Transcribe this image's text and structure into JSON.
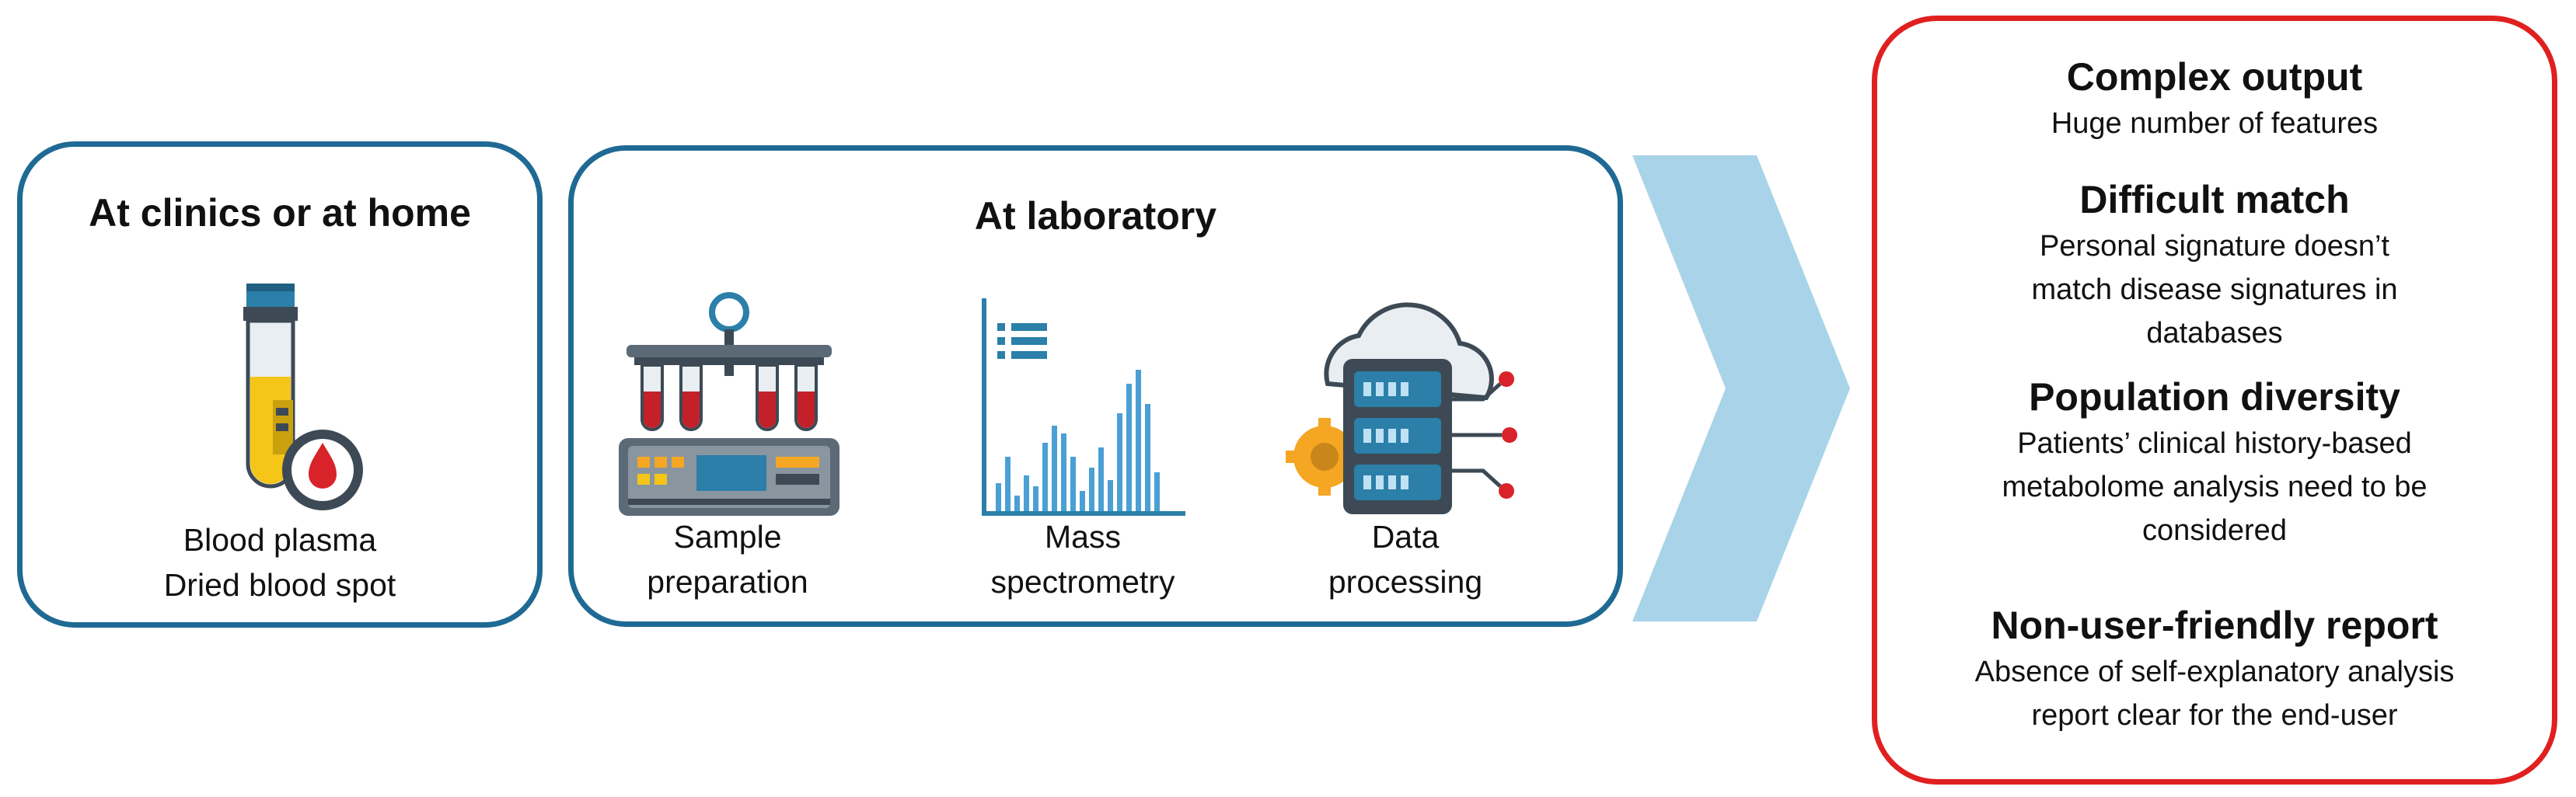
{
  "clinic": {
    "title": "At clinics or at home",
    "caption_line1": "Blood plasma",
    "caption_line2": "Dried blood spot"
  },
  "lab": {
    "title": "At laboratory",
    "steps": [
      {
        "line1": "Sample",
        "line2": "preparation"
      },
      {
        "line1": "Mass",
        "line2": "spectrometry"
      },
      {
        "line1": "Data",
        "line2": "processing"
      }
    ]
  },
  "issues": [
    {
      "title": "Complex output",
      "lines": [
        "Huge number of features"
      ]
    },
    {
      "title": "Difficult match",
      "lines": [
        "Personal signature doesn’t",
        "match disease signatures in",
        "databases"
      ]
    },
    {
      "title": "Population diversity",
      "lines": [
        "Patients’ clinical history-based",
        "metabolome analysis need to be",
        "considered"
      ]
    },
    {
      "title": "Non-user-friendly report",
      "lines": [
        "Absence of self-explanatory analysis",
        "report clear for the end-user"
      ]
    }
  ],
  "colors": {
    "box_border": "#1f6a94",
    "issues_border": "#e02020",
    "arrow": "#a9d3e8"
  }
}
